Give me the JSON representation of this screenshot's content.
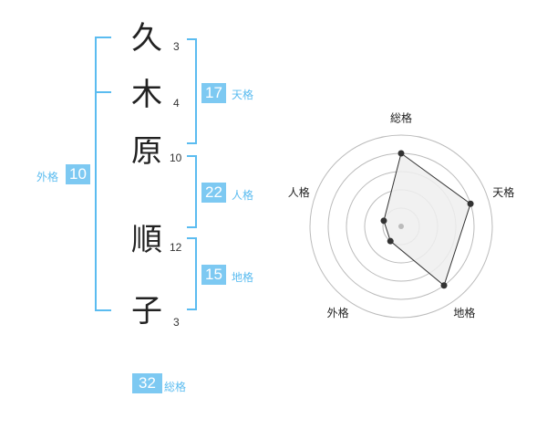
{
  "name": {
    "characters": [
      {
        "char": "久",
        "strokes": "3"
      },
      {
        "char": "木",
        "strokes": "4"
      },
      {
        "char": "原",
        "strokes": "10"
      },
      {
        "char": "順",
        "strokes": "12"
      },
      {
        "char": "子",
        "strokes": "3"
      }
    ]
  },
  "fortunes": {
    "tenkaku": {
      "value": "17",
      "label": "天格"
    },
    "jinkaku": {
      "value": "22",
      "label": "人格"
    },
    "chikaku": {
      "value": "15",
      "label": "地格"
    },
    "gaikaku": {
      "value": "10",
      "label": "外格"
    },
    "soukaku": {
      "value": "32",
      "label": "総格"
    }
  },
  "chart_data": {
    "type": "radar",
    "axes": [
      "総格",
      "天格",
      "地格",
      "外格",
      "人格"
    ],
    "values": [
      4,
      4,
      4,
      1,
      1
    ],
    "rmax": 5,
    "rings": 5,
    "colors": {
      "fill": "#eeeeee",
      "stroke": "#333333",
      "grid": "#bbbbbb",
      "center": "#bbbbbb"
    }
  }
}
